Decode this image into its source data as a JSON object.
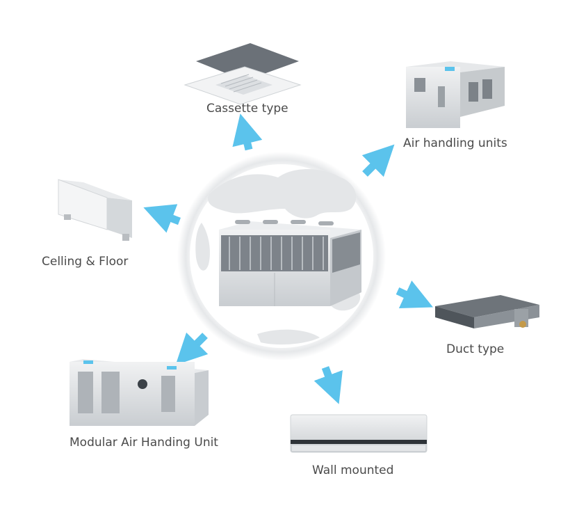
{
  "diagram": {
    "center": {
      "name": "modular-chiller-unit"
    },
    "nodes": [
      {
        "id": "cassette",
        "label": "Cassette type"
      },
      {
        "id": "ahu",
        "label": "Air handling units"
      },
      {
        "id": "ceiling",
        "label": "Celling & Floor"
      },
      {
        "id": "duct",
        "label": "Duct type"
      },
      {
        "id": "modular-ahu",
        "label": "Modular Air Handing Unit"
      },
      {
        "id": "wall",
        "label": "Wall mounted"
      }
    ],
    "colors": {
      "arrow": "#5bc3ec",
      "ring": "#e8eaec",
      "unit_body": "#d9dcdf",
      "label": "#4a4a4a"
    }
  }
}
